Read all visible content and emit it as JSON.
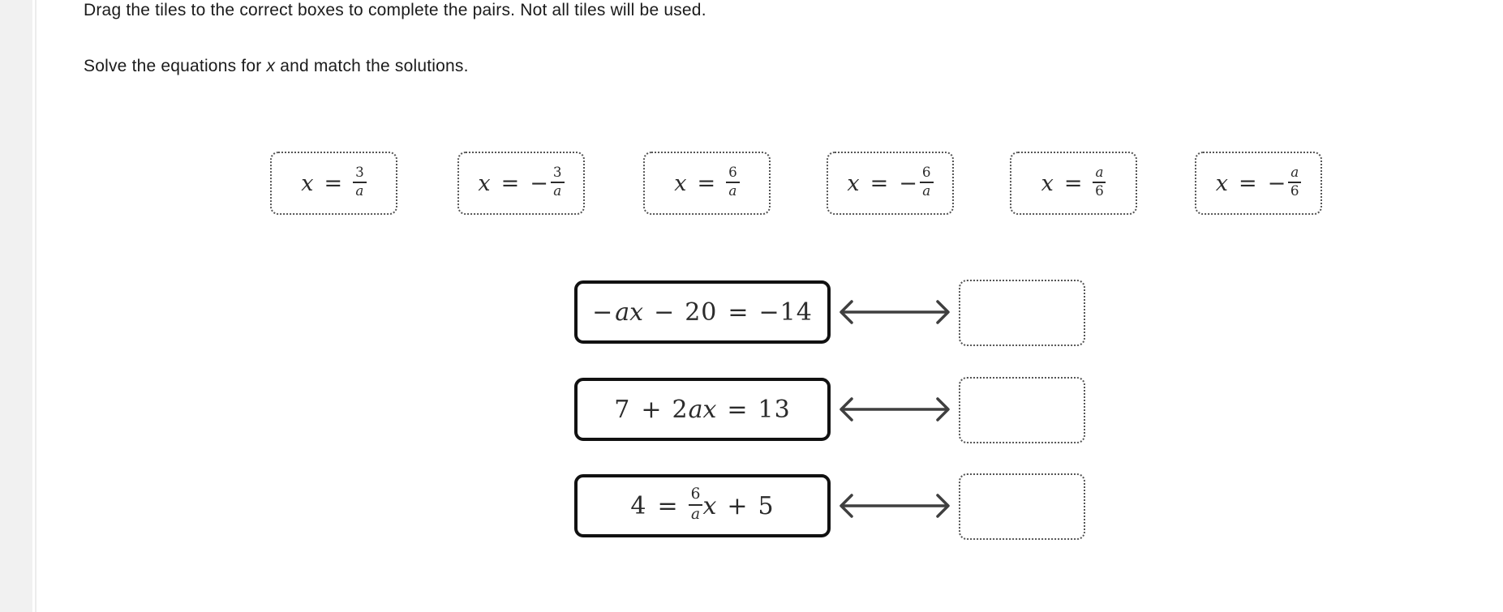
{
  "instructions": {
    "line1": "Drag the tiles to the correct boxes to complete the pairs. Not all tiles will be used.",
    "line2": {
      "before": "Solve the equations for ",
      "var": "x",
      "after": " and match the solutions."
    }
  },
  "tiles": [
    {
      "label": "x = 3/a",
      "tokens": [
        {
          "t": "v",
          "v": "x"
        },
        {
          "t": "o",
          "v": "="
        },
        {
          "t": "f",
          "num": "3",
          "den": "a"
        }
      ]
    },
    {
      "label": "x = -3/a",
      "tokens": [
        {
          "t": "v",
          "v": "x"
        },
        {
          "t": "o",
          "v": "="
        },
        {
          "t": "u",
          "v": "−"
        },
        {
          "t": "f",
          "num": "3",
          "den": "a"
        }
      ]
    },
    {
      "label": "x = 6/a",
      "tokens": [
        {
          "t": "v",
          "v": "x"
        },
        {
          "t": "o",
          "v": "="
        },
        {
          "t": "f",
          "num": "6",
          "den": "a"
        }
      ]
    },
    {
      "label": "x = -6/a",
      "tokens": [
        {
          "t": "v",
          "v": "x"
        },
        {
          "t": "o",
          "v": "="
        },
        {
          "t": "u",
          "v": "−"
        },
        {
          "t": "f",
          "num": "6",
          "den": "a"
        }
      ]
    },
    {
      "label": "x = a/6",
      "tokens": [
        {
          "t": "v",
          "v": "x"
        },
        {
          "t": "o",
          "v": "="
        },
        {
          "t": "f",
          "num": "a",
          "den": "6"
        }
      ]
    },
    {
      "label": "x = -a/6",
      "tokens": [
        {
          "t": "v",
          "v": "x"
        },
        {
          "t": "o",
          "v": "="
        },
        {
          "t": "u",
          "v": "−"
        },
        {
          "t": "f",
          "num": "a",
          "den": "6"
        }
      ]
    }
  ],
  "pairs": [
    {
      "equation": "-ax - 20 = -14",
      "tokens": [
        {
          "t": "u",
          "v": "−"
        },
        {
          "t": "v",
          "v": "a"
        },
        {
          "t": "v",
          "v": "x"
        },
        {
          "t": "o",
          "v": "−"
        },
        {
          "t": "n",
          "v": "20"
        },
        {
          "t": "o",
          "v": "="
        },
        {
          "t": "n",
          "v": "−14"
        }
      ],
      "drop_value": ""
    },
    {
      "equation": "7 + 2ax = 13",
      "tokens": [
        {
          "t": "n",
          "v": "7"
        },
        {
          "t": "o",
          "v": "+"
        },
        {
          "t": "n",
          "v": "2"
        },
        {
          "t": "v",
          "v": "a"
        },
        {
          "t": "v",
          "v": "x"
        },
        {
          "t": "o",
          "v": "="
        },
        {
          "t": "n",
          "v": "13"
        }
      ],
      "drop_value": ""
    },
    {
      "equation": "4 = (6/a)x + 5",
      "tokens": [
        {
          "t": "n",
          "v": "4"
        },
        {
          "t": "o",
          "v": "="
        },
        {
          "t": "f",
          "num": "6",
          "den": "a"
        },
        {
          "t": "v",
          "v": "x"
        },
        {
          "t": "o",
          "v": "+"
        },
        {
          "t": "n",
          "v": "5"
        }
      ],
      "drop_value": ""
    }
  ],
  "icons": {
    "pair_arrow": "left-right-arrow-icon"
  },
  "colors": {
    "page_bg": "#ffffff",
    "left_strip_bg": "#f1f1f1",
    "divider": "#ececec",
    "text": "#1b1b1b",
    "math_ink": "#2b2b2b",
    "tile_border": "#555555",
    "equation_border": "#111111",
    "arrow": "#3f3f3f",
    "drop_border": "#555555"
  }
}
